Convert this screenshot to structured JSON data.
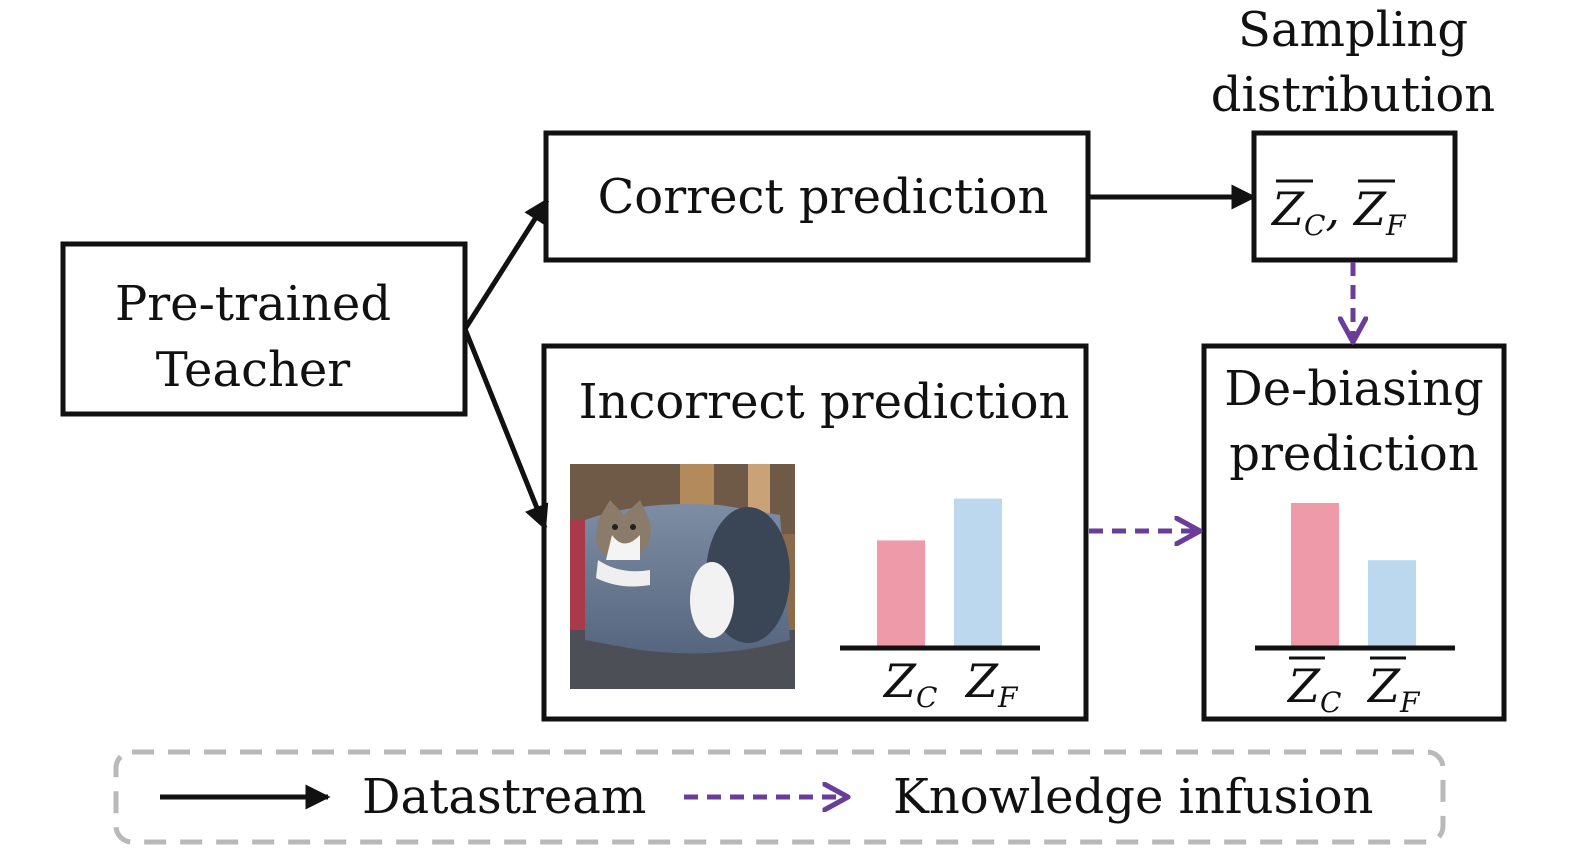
{
  "teacher": {
    "line1": "Pre-trained",
    "line2": "Teacher"
  },
  "correct": {
    "label": "Correct prediction"
  },
  "incorrect": {
    "label": "Incorrect prediction",
    "image_alt": "cat-in-tunnel-photo",
    "chart": {
      "type": "bar",
      "categories": [
        {
          "base": "Z",
          "sub": "C"
        },
        {
          "base": "Z",
          "sub": "F"
        }
      ],
      "values": [
        0.48,
        0.67
      ],
      "ylim": [
        0,
        1
      ]
    }
  },
  "sampling": {
    "title_line1": "Sampling",
    "title_line2": "distribution",
    "item1": {
      "base": "Z",
      "sub": "C",
      "sep": ","
    },
    "item2": {
      "base": "Z",
      "sub": "F"
    }
  },
  "debias": {
    "line1": "De-biasing",
    "line2": "prediction",
    "chart": {
      "type": "bar",
      "categories": [
        {
          "base": "Z",
          "sub": "C"
        },
        {
          "base": "Z",
          "sub": "F"
        }
      ],
      "values": [
        0.65,
        0.39
      ],
      "ylim": [
        0,
        1
      ]
    }
  },
  "legend": {
    "datastream": "Datastream",
    "knowledge": "Knowledge infusion"
  },
  "colors": {
    "stroke": "#111111",
    "purple": "#6a3d9a",
    "pink": "#ee9aa9",
    "blue": "#bcd8ee",
    "legend_border": "#b9b9b9"
  }
}
